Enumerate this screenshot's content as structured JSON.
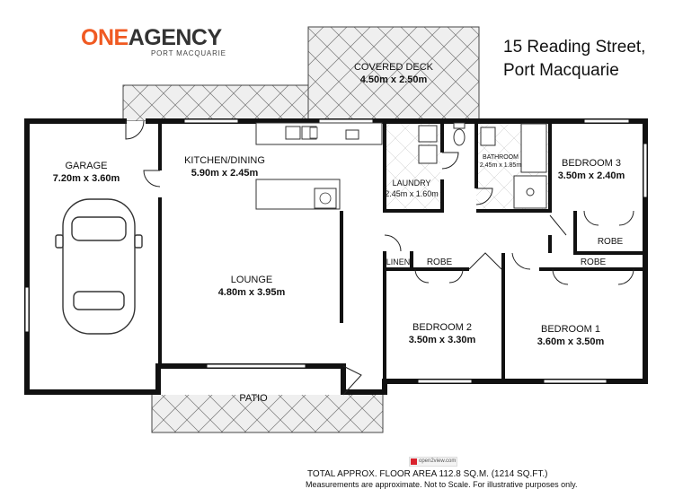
{
  "logo": {
    "brand_one": "ONE",
    "brand_agency": "AGENCY",
    "sub": "PORT MACQUARIE"
  },
  "address": {
    "line1": "15 Reading Street,",
    "line2": "Port Macquarie"
  },
  "rooms": {
    "covered_deck": {
      "name": "COVERED DECK",
      "dims": "4.50m x 2.50m"
    },
    "garage": {
      "name": "GARAGE",
      "dims": "7.20m x 3.60m"
    },
    "kitchen": {
      "name": "KITCHEN/DINING",
      "dims": "5.90m x 2.45m"
    },
    "laundry": {
      "name": "LAUNDRY",
      "dims": "2.45m x 1.60m"
    },
    "bathroom": {
      "name": "BATHROOM",
      "dims": "2.45m x 1.85m"
    },
    "bedroom3": {
      "name": "BEDROOM 3",
      "dims": "3.50m x 2.40m"
    },
    "lounge": {
      "name": "LOUNGE",
      "dims": "4.80m x 3.95m"
    },
    "bedroom2": {
      "name": "BEDROOM 2",
      "dims": "3.50m x 3.30m"
    },
    "bedroom1": {
      "name": "BEDROOM 1",
      "dims": "3.60m x 3.50m"
    },
    "patio": {
      "name": "PATIO"
    },
    "linen": {
      "name": "LINEN"
    },
    "robe": "ROBE"
  },
  "badge": {
    "label": "open2view.com"
  },
  "footer": {
    "area": "TOTAL APPROX. FLOOR AREA 112.8 SQ.M. (1214 SQ.FT.)",
    "disclaimer": "Measurements are approximate. Not to Scale. For illustrative purposes only."
  }
}
